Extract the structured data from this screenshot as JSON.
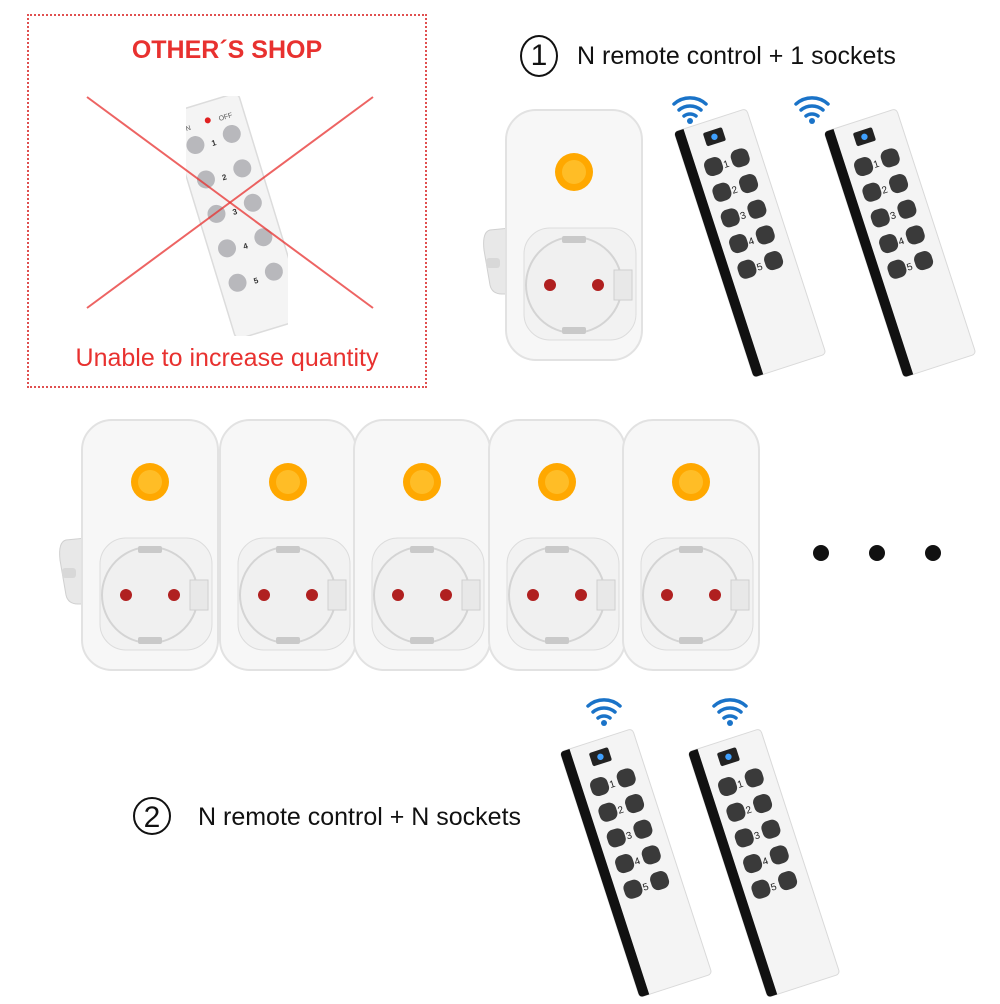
{
  "other_shop": {
    "title": "OTHER´S SHOP",
    "caption": "Unable to increase quantity",
    "remote_labels": {
      "on": "ON",
      "off": "OFF",
      "numbers": [
        "1",
        "2",
        "3",
        "4",
        "5"
      ]
    }
  },
  "option1": {
    "number": "1",
    "label": "N remote control + 1 sockets"
  },
  "option2": {
    "number": "2",
    "label": "N remote control + N sockets"
  },
  "remote_numbers": [
    "1",
    "2",
    "3",
    "4",
    "5"
  ],
  "colors": {
    "red": "#e8312f",
    "led": "#ffa800",
    "socket_body": "#f7f7f7",
    "remote_body": "#f4f4f4",
    "remote_edge": "#111111",
    "button": "#3a3a3a",
    "wifi": "#1a73c8"
  },
  "icons": [
    "wifi-signal-icon",
    "ellipsis-icon",
    "circled-number-icon"
  ]
}
